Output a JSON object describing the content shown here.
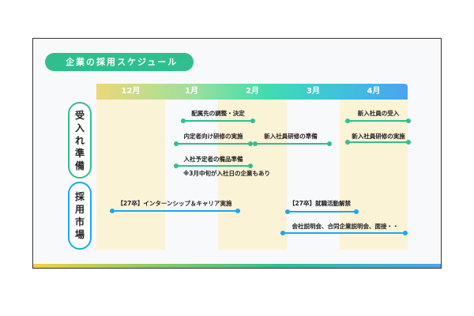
{
  "title": "企業の採用スケジュール",
  "months": [
    "12月",
    "1月",
    "2月",
    "3月",
    "4月"
  ],
  "categories": {
    "prep": [
      "受",
      "入",
      "れ",
      "準",
      "備"
    ],
    "market": [
      "採",
      "用",
      "市",
      "場"
    ]
  },
  "tasks": {
    "t1": "配属先の調整・決定",
    "t2": "内定者向け研修の実施",
    "t3": "新入社員研修の準備",
    "t4": "新入社員の受入",
    "t5": "新入社員研修の実施",
    "t6": "入社予定者の備品準備",
    "note": "※3月中旬が入社日の企業もあり",
    "m1": "【27卒】インターンシップ＆キャリア実施",
    "m2": "【27卒】就職活動解禁",
    "m3": "会社説明会、合同企業説明会、面接・・"
  },
  "colors": {
    "prep": "#2fbf8f",
    "market": "#1ba8ec"
  }
}
